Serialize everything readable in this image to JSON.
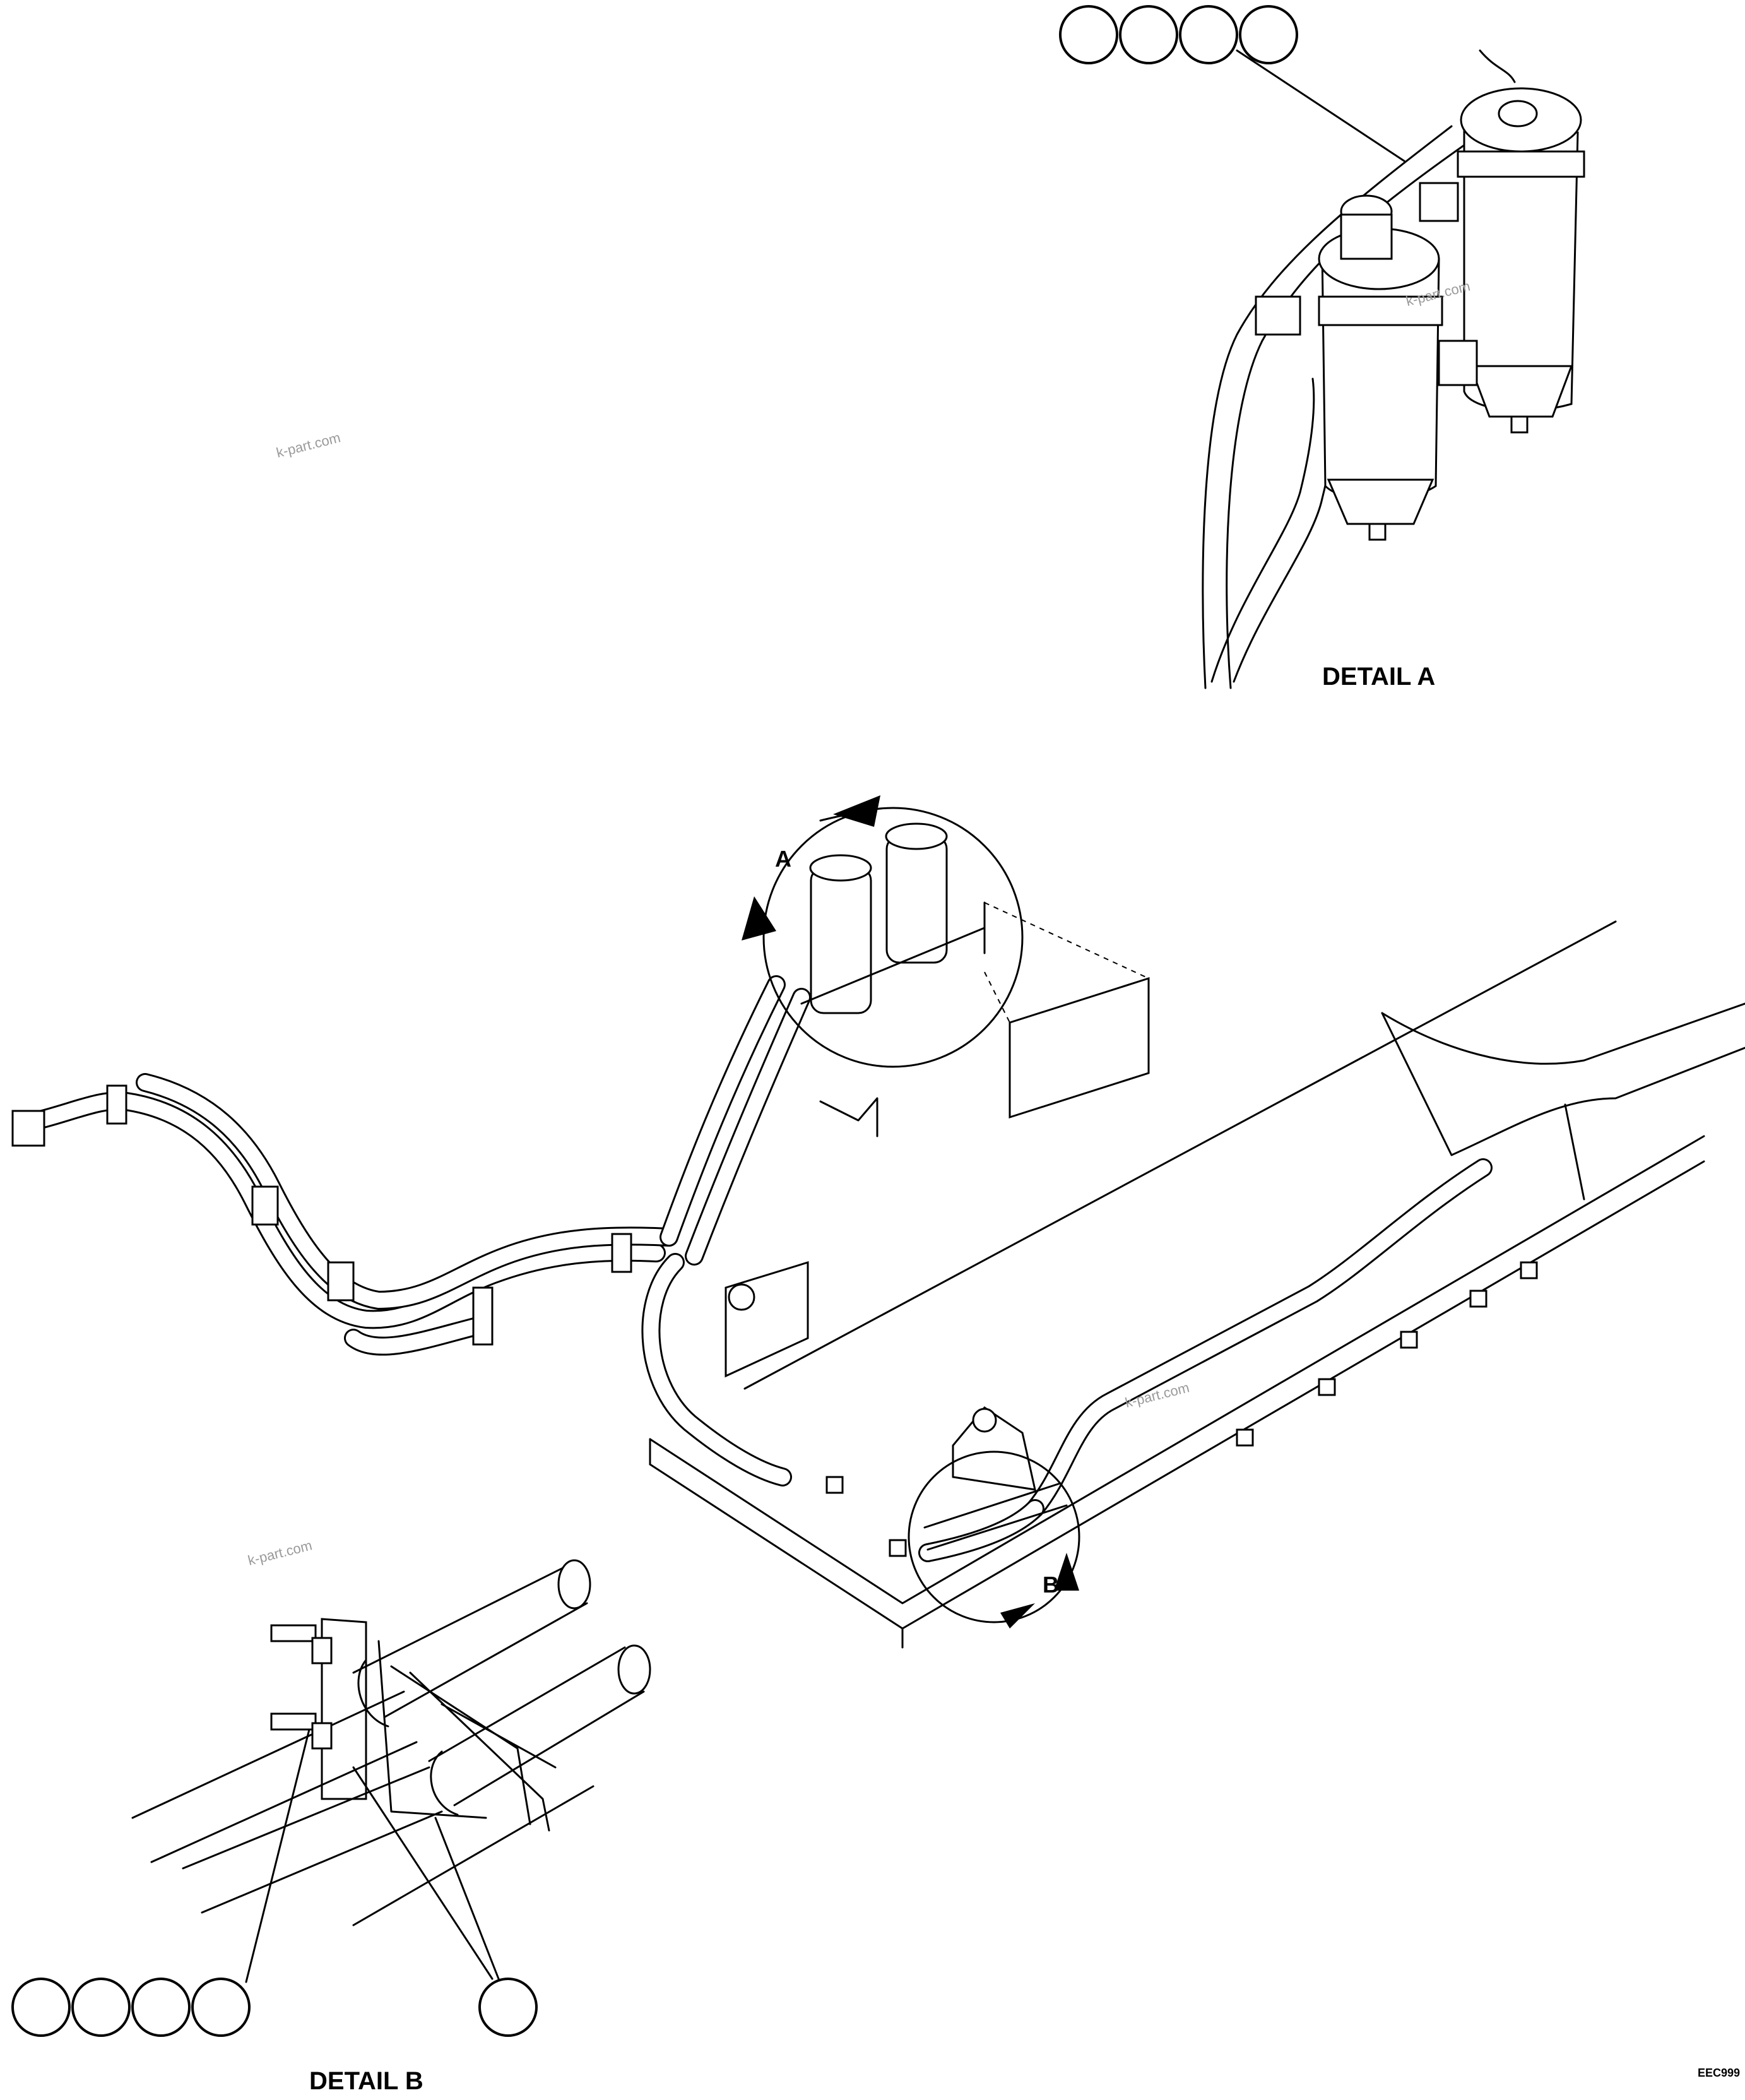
{
  "labels": {
    "detail_a": "DETAIL A",
    "detail_b": "DETAIL B",
    "view_a": "A",
    "view_b": "B",
    "drawing_code": "EEC999"
  },
  "watermarks": [
    "k-part.com",
    "k-part.com",
    "k-part.com",
    "k-part.com"
  ],
  "callouts": {
    "detail_a_group": [
      "",
      "",
      "",
      ""
    ],
    "detail_b_group": [
      "",
      "",
      "",
      ""
    ],
    "detail_b_single": ""
  }
}
